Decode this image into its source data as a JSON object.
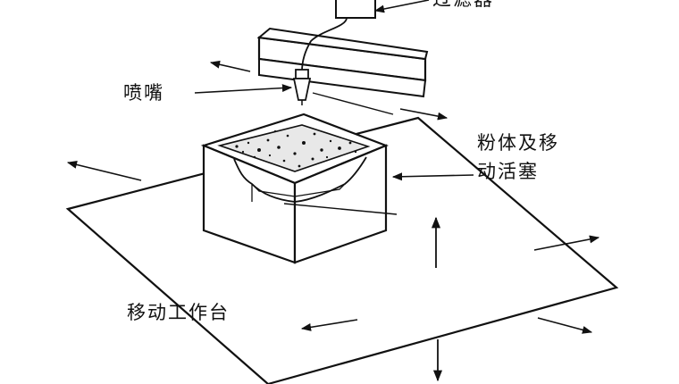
{
  "labels": {
    "filter": "过滤器",
    "nozzle": "喷嘴",
    "powder_piston_line1": "粉体及移",
    "powder_piston_line2": "动活塞",
    "work_table": "移动工作台"
  },
  "colors": {
    "line": "#111111",
    "background": "#ffffff"
  }
}
